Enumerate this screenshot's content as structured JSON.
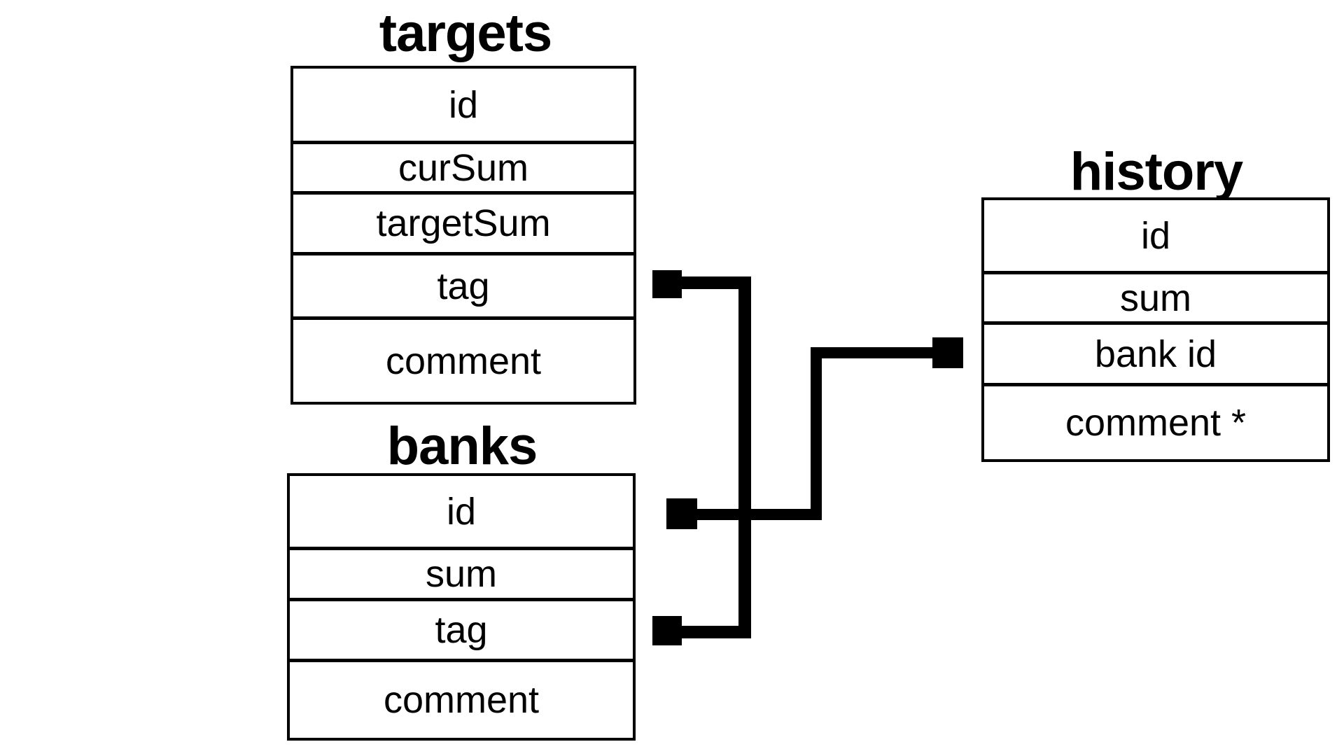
{
  "tables": {
    "targets": {
      "name": "targets",
      "fields": [
        "id",
        "curSum",
        "targetSum",
        "tag",
        "comment"
      ]
    },
    "banks": {
      "name": "banks",
      "fields": [
        "id",
        "sum",
        "tag",
        "comment"
      ]
    },
    "history": {
      "name": "history",
      "fields": [
        "id",
        "sum",
        "bank id",
        "comment *"
      ]
    }
  },
  "relations": [
    {
      "from": "targets.tag",
      "to": "banks.tag"
    },
    {
      "from": "banks.id",
      "to": "history.bank id"
    }
  ],
  "colors": {
    "line": "#000000",
    "background": "#ffffff"
  }
}
